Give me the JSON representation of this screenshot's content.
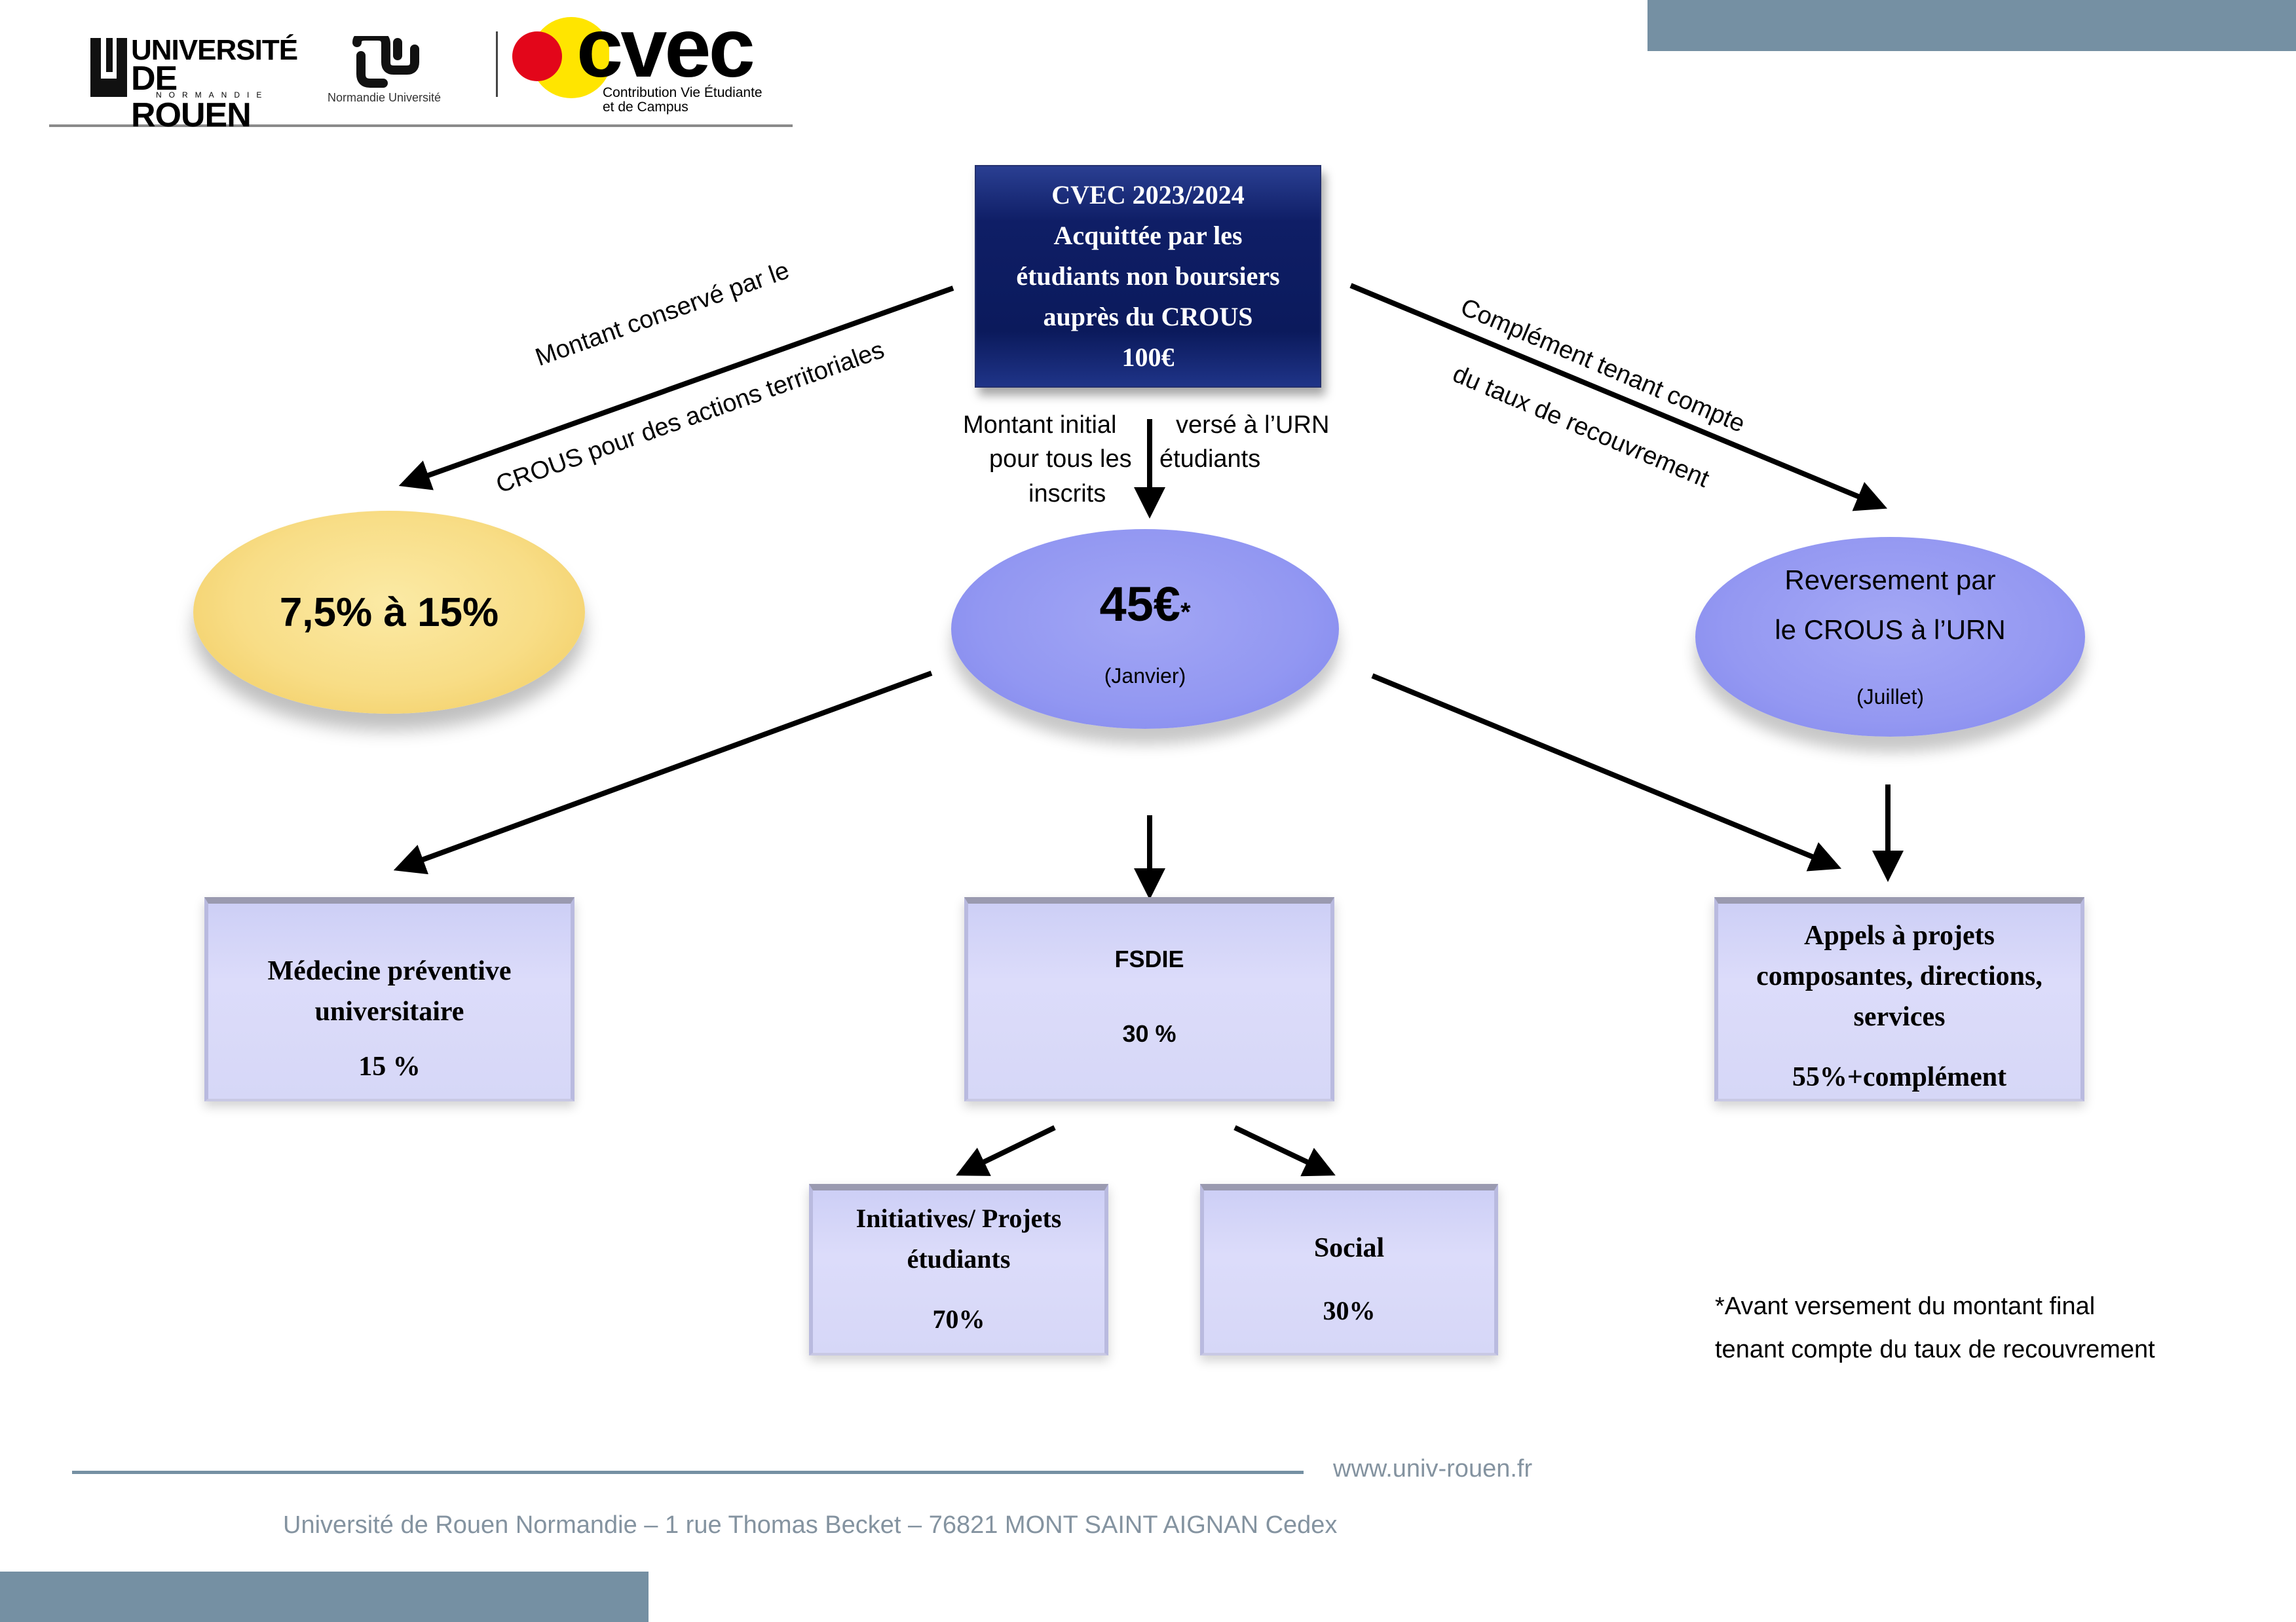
{
  "header": {
    "urn_logo": {
      "line1": "UNIVERSITÉ",
      "line2": "DE ROUEN",
      "line3": "NORMANDIE"
    },
    "nu_logo": {
      "label": "Normandie Université"
    },
    "cvec_logo": {
      "word": "cvec",
      "sub1": "Contribution Vie Étudiante",
      "sub2": "et de Campus"
    }
  },
  "top_box": {
    "line1": "CVEC 2023/2024",
    "line2": "Acquittée par les",
    "line3": "étudiants non boursiers",
    "line4": "auprès du CROUS",
    "line5": "100€"
  },
  "arrow_labels": {
    "left_line1": "Montant conservé par le",
    "left_line2": "CROUS pour des actions territoriales",
    "center_left1": "Montant initial",
    "center_left2": "pour tous les",
    "center_left3": "inscrits",
    "center_right1": "versé à l’URN",
    "center_right2": "étudiants",
    "right_line1": "Complément tenant compte",
    "right_line2": "du taux de recouvrement"
  },
  "ellipses": {
    "crous_share": {
      "value": "7,5% à 15%"
    },
    "initial": {
      "value": "45€",
      "star": "*",
      "sub": "(Janvier)"
    },
    "reversement": {
      "line1": "Reversement par",
      "line2": "le CROUS à l’URN",
      "sub": "(Juillet)"
    }
  },
  "boxes": {
    "medecine": {
      "line1": "Médecine préventive",
      "line2": "universitaire",
      "pct": "15 %"
    },
    "fsdie": {
      "title": "FSDIE",
      "pct": "30 %"
    },
    "appels": {
      "line1": "Appels à projets",
      "line2": "composantes, directions,",
      "line3": "services",
      "pct": "55%+complément"
    },
    "initiatives": {
      "line1": "Initiatives/ Projets",
      "line2": "étudiants",
      "pct": "70%"
    },
    "social": {
      "title": "Social",
      "pct": "30%"
    }
  },
  "note": {
    "line1": "*Avant versement du montant final",
    "line2": "tenant compte du taux de recouvrement"
  },
  "footer": {
    "url": "www.univ-rouen.fr",
    "address": "Université de Rouen Normandie – 1 rue Thomas Becket – 76821 MONT SAINT AIGNAN Cedex"
  },
  "colors": {
    "navy": "#0b1a5c",
    "yellow": "#f8dd86",
    "periwinkle": "#9297f2",
    "lavender": "#d6d7f7",
    "bar": "#7590a3",
    "cvec_red": "#e3061a",
    "cvec_yellow": "#ffe500"
  }
}
